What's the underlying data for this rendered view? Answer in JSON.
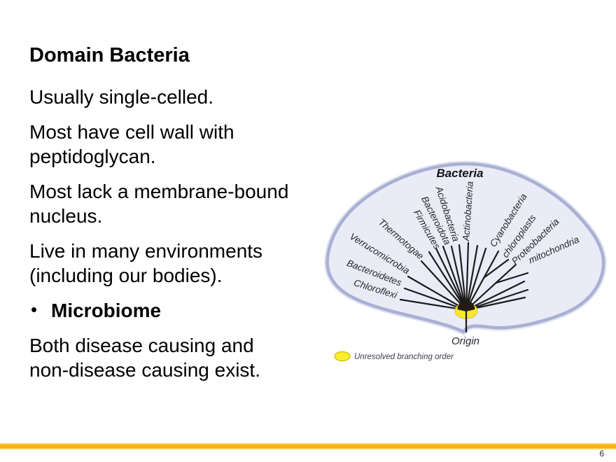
{
  "slide": {
    "title": "Domain Bacteria",
    "bullets": [
      {
        "text": "Usually single-celled.",
        "bold": false,
        "bulleted": false
      },
      {
        "text": "Most have cell wall with\npeptidoglycan.",
        "bold": false,
        "bulleted": false
      },
      {
        "text": "Most lack a membrane-bound\nnucleus.",
        "bold": false,
        "bulleted": false
      },
      {
        "text": "Live in many environments\n(including our bodies).",
        "bold": false,
        "bulleted": false
      },
      {
        "text": "Microbiome",
        "bold": true,
        "bulleted": true
      },
      {
        "text": "Both disease causing and\nnon-disease causing exist.",
        "bold": false,
        "bulleted": false
      }
    ],
    "page_number": "6",
    "accent_bar_color": "#FBB615"
  },
  "diagram": {
    "title": "Bacteria",
    "origin_label": "Origin",
    "legend": {
      "label": "Unresolved branching order",
      "swatch_color": "#F9EE30"
    },
    "taxa": [
      "Chloroflexi",
      "Bacteroidetes",
      "Verrucomicrobia",
      "Thermotogae",
      "Firmicutes",
      "Bacteroidota",
      "Acidobacteria",
      "Actinobacteria",
      "Cyanobacteria",
      "chloroplasts",
      "Proteobacteria",
      "mitochondria"
    ],
    "colors": {
      "fan_fill": "#E9EBF6",
      "fan_border": "#A9B0D3",
      "branch_line": "#1B1B1B",
      "hub_fill": "#F7E829",
      "hub_wedge": "#241C14"
    }
  }
}
